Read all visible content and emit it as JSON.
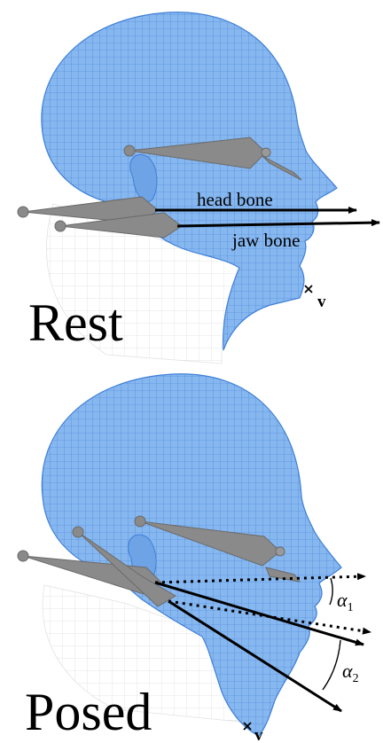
{
  "panels": [
    {
      "id": "rest",
      "title": "Rest",
      "labels": {
        "head_bone": "head bone",
        "jaw_bone": "jaw bone",
        "vertex": "v"
      }
    },
    {
      "id": "posed",
      "title": "Posed",
      "labels": {
        "alpha1": "α",
        "alpha1_sub": "1",
        "alpha2": "α",
        "alpha2_sub": "2",
        "vertex": "v"
      }
    }
  ],
  "colors": {
    "mesh_fill": "#87b7ef",
    "mesh_line": "#3f7fd8",
    "neck_line": "#d9d9d9",
    "bone_fill": "#8a8a8a",
    "bone_edge": "#6a6a6a",
    "arrow": "#000000"
  }
}
